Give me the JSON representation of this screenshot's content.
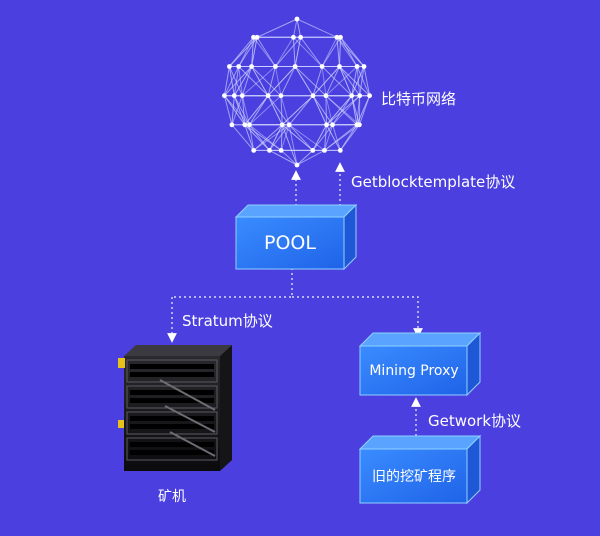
{
  "colors": {
    "background": "#4b3fe0",
    "box_fill": "#2f7cf6",
    "box_edge": "#5fb8ff",
    "network_line": "#cfd6ff",
    "connector": "#d8dcff"
  },
  "network": {
    "icon": "bitcoin-network-sphere-icon",
    "label": "比特币网络"
  },
  "pool": {
    "label": "POOL"
  },
  "getblocktemplate": {
    "label": "Getblocktemplate协议"
  },
  "stratum": {
    "label": "Stratum协议"
  },
  "mining_proxy": {
    "label": "Mining Proxy"
  },
  "getwork": {
    "label": "Getwork协议"
  },
  "legacy_miner": {
    "label": "旧的挖矿程序"
  },
  "miner": {
    "icon": "mining-rig-icon",
    "label": "矿机"
  }
}
